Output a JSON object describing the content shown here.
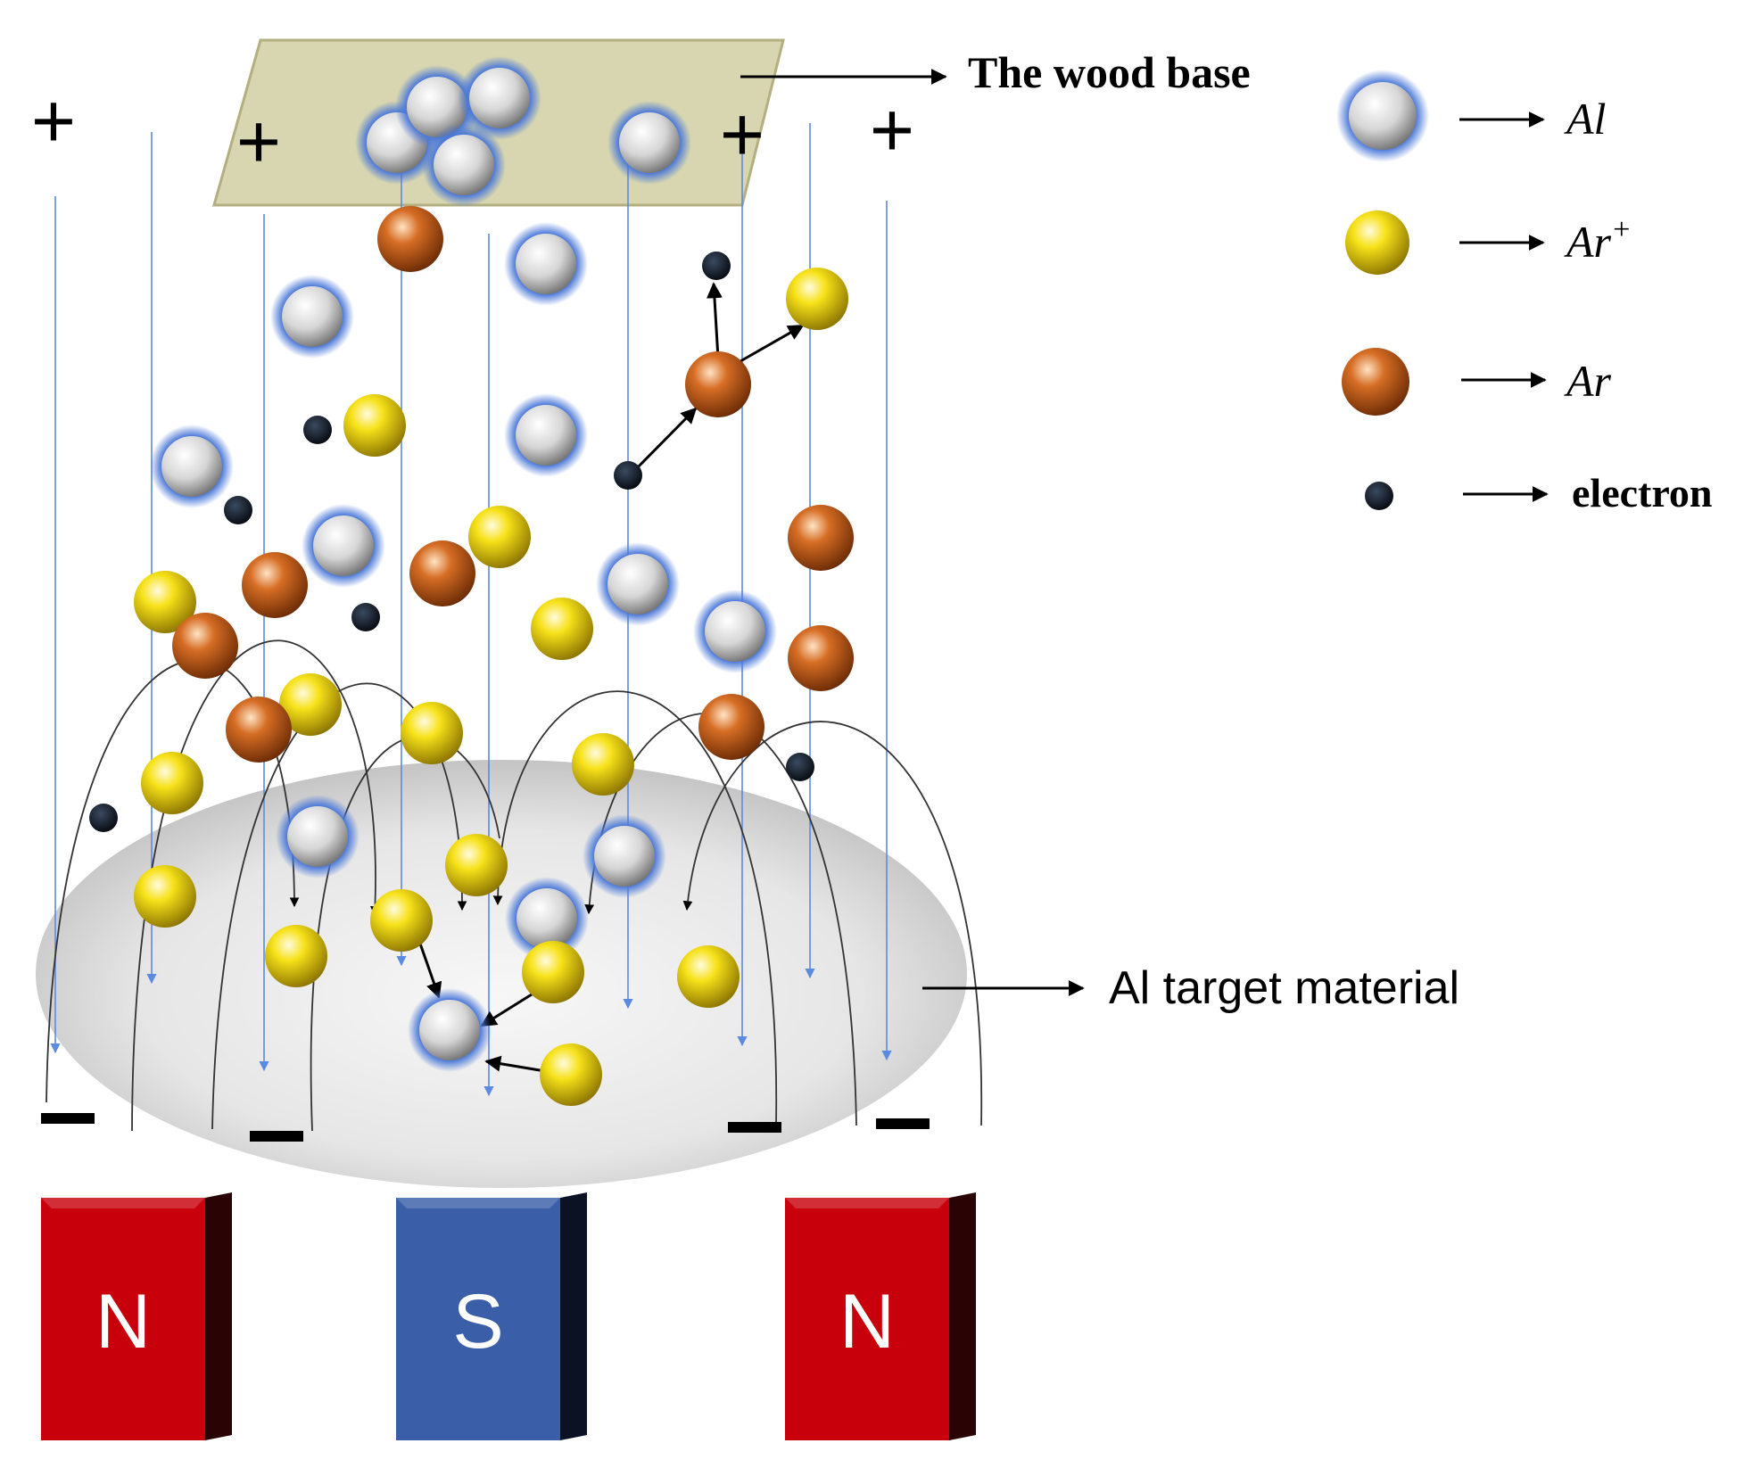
{
  "labels": {
    "wood_base": "The wood base",
    "target": "Al target material"
  },
  "charges": {
    "plus": "+",
    "minus": "−"
  },
  "legend": [
    {
      "key": "al",
      "symbol": "Al",
      "sup": ""
    },
    {
      "key": "ar_ion",
      "symbol": "Ar",
      "sup": "+"
    },
    {
      "key": "ar",
      "symbol": "Ar",
      "sup": ""
    },
    {
      "key": "electron",
      "symbol": "electron",
      "sup": ""
    }
  ],
  "magnets": [
    {
      "pole": "N",
      "color": "#c8000c"
    },
    {
      "pole": "S",
      "color": "#3a5fa8"
    },
    {
      "pole": "N",
      "color": "#c8000c"
    }
  ],
  "colors": {
    "al_glow": "#4a78d8",
    "ar_ion": "#f2d400",
    "ar": "#d3661e",
    "electron": "#0e1826",
    "field_line": "#5b8be0",
    "wood": "#d8d6b0"
  }
}
